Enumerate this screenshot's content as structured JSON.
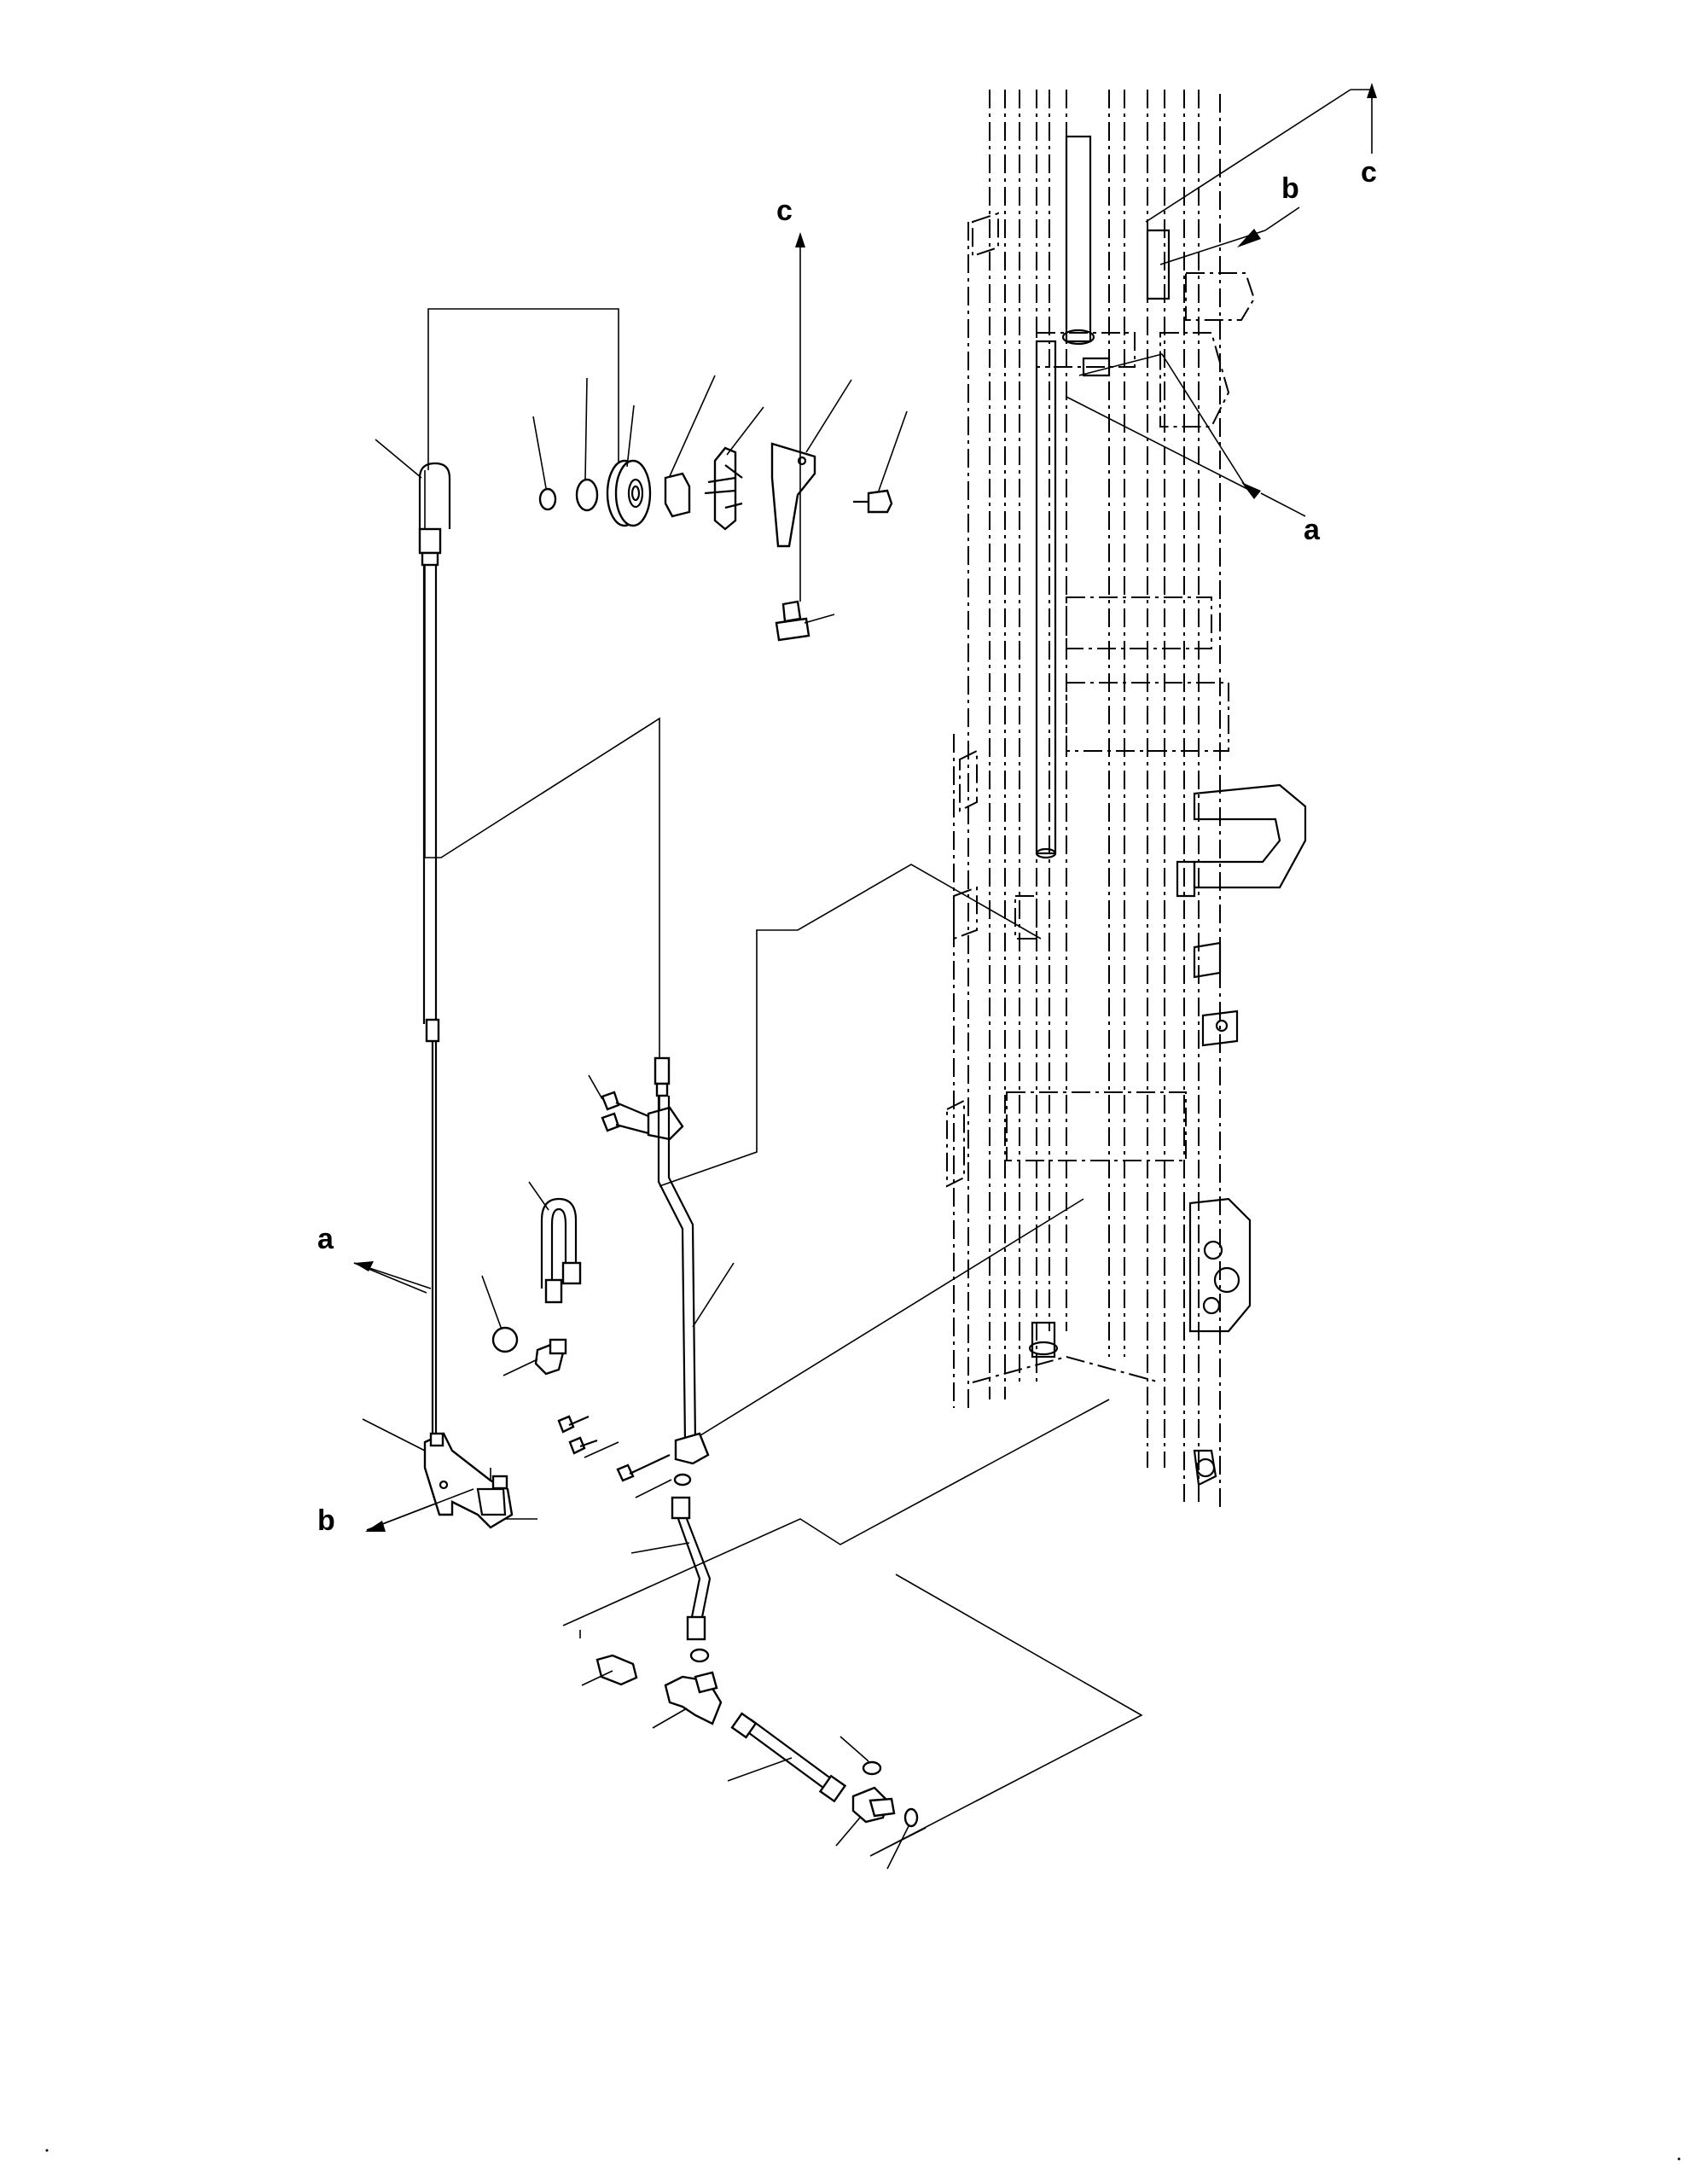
{
  "diagram": {
    "callout_letters": {
      "a_top_right": "a",
      "a_left": "a",
      "b_top_right": "b",
      "b_left": "b",
      "c_top_right": "c",
      "c_center": "c"
    }
  }
}
